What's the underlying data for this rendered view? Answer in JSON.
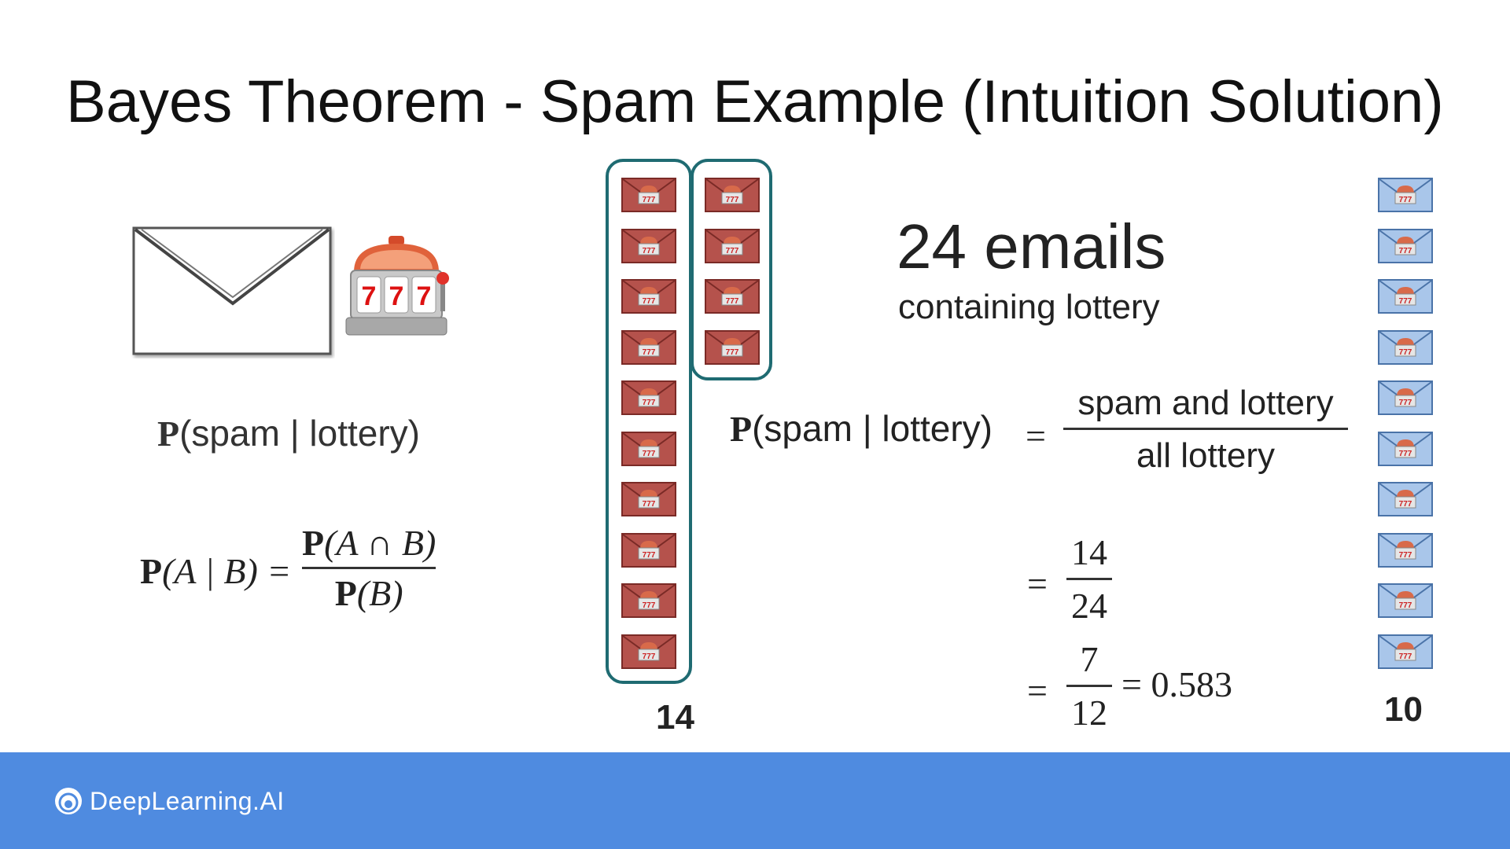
{
  "slide": {
    "title": "Bayes Theorem - Spam Example (Intuition Solution)"
  },
  "left": {
    "query": {
      "P": "P",
      "text": "(spam | lottery)"
    },
    "formula": {
      "lhs_P": "P",
      "lhs_rest": "(A | B) =",
      "num_P": "P",
      "num_rest": "(A ∩ B)",
      "den_P": "P",
      "den_rest": "(B)"
    }
  },
  "middle": {
    "spam_count": "14",
    "spam_column_1_tiles": 10,
    "spam_column_2_tiles": 4
  },
  "right_info": {
    "heading": "24 emails",
    "subheading": "containing lottery",
    "equation_lhs_P": "P",
    "equation_lhs_rest": "(spam | lottery)",
    "equals": "=",
    "frac_num": "spam and lottery",
    "frac_den": "all lottery",
    "step2_equals": "=",
    "step2_num": "14",
    "step2_den": "24",
    "step3_equals": "=",
    "step3_num": "7",
    "step3_den": "12",
    "step3_result": "= 0.583"
  },
  "ham": {
    "count": "10",
    "tiles": 10
  },
  "footer": {
    "brand": "DeepLearning.AI"
  },
  "colors": {
    "spam_tile": "#b5524c",
    "ham_tile": "#a9c6ea",
    "box_border": "#1f6b72",
    "footer_bg": "#4f8be0"
  }
}
